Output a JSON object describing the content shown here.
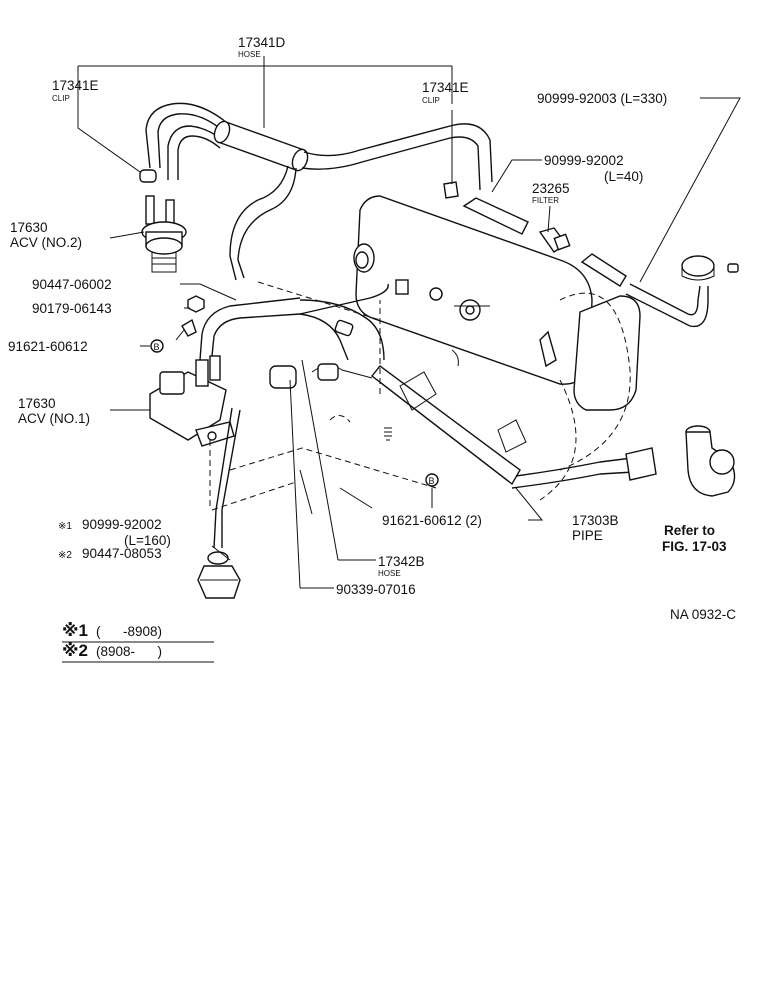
{
  "callouts": {
    "hose_17341d": {
      "number": "17341D",
      "sub": "HOSE"
    },
    "clip_17341e_left": {
      "number": "17341E",
      "sub": "CLIP"
    },
    "clip_17341e_right": {
      "number": "17341E",
      "sub": "CLIP"
    },
    "hose_90999_92003": {
      "text": "90999-92003 (L=330)"
    },
    "hose_90999_92002_top": {
      "number": "90999-92002",
      "length": "(L=40)"
    },
    "filter_23265": {
      "number": "23265",
      "sub": "FILTER"
    },
    "acv_no2": {
      "number": "17630",
      "name": "ACV (NO.2)"
    },
    "part_90447_06002": {
      "number": "90447-06002"
    },
    "part_90179_06143": {
      "number": "90179-06143"
    },
    "bolt_91621_60612_left": {
      "number": "91621-60612",
      "mark": "B"
    },
    "acv_no1": {
      "number": "17630",
      "name": "ACV (NO.1)"
    },
    "bolt_91621_60612_right": {
      "number": "91621-60612 (2)",
      "mark": "B"
    },
    "pipe_17303b": {
      "number": "17303B",
      "sub": "PIPE"
    },
    "hose_variant_1": {
      "marker": "※1",
      "number": "90999-92002",
      "length": "(L=160)"
    },
    "hose_variant_2": {
      "marker": "※2",
      "number": "90447-08053"
    },
    "hose_17342b": {
      "number": "17342B",
      "sub": "HOSE"
    },
    "part_90339_07016": {
      "number": "90339-07016"
    },
    "refer_note": {
      "line1": "Refer to",
      "line2": "FIG. 17-03"
    }
  },
  "diagram_code": "NA 0932-C",
  "footnotes": [
    {
      "marker": "※1",
      "range": "(      -8908)"
    },
    {
      "marker": "※2",
      "range": "(8908-      )"
    }
  ]
}
